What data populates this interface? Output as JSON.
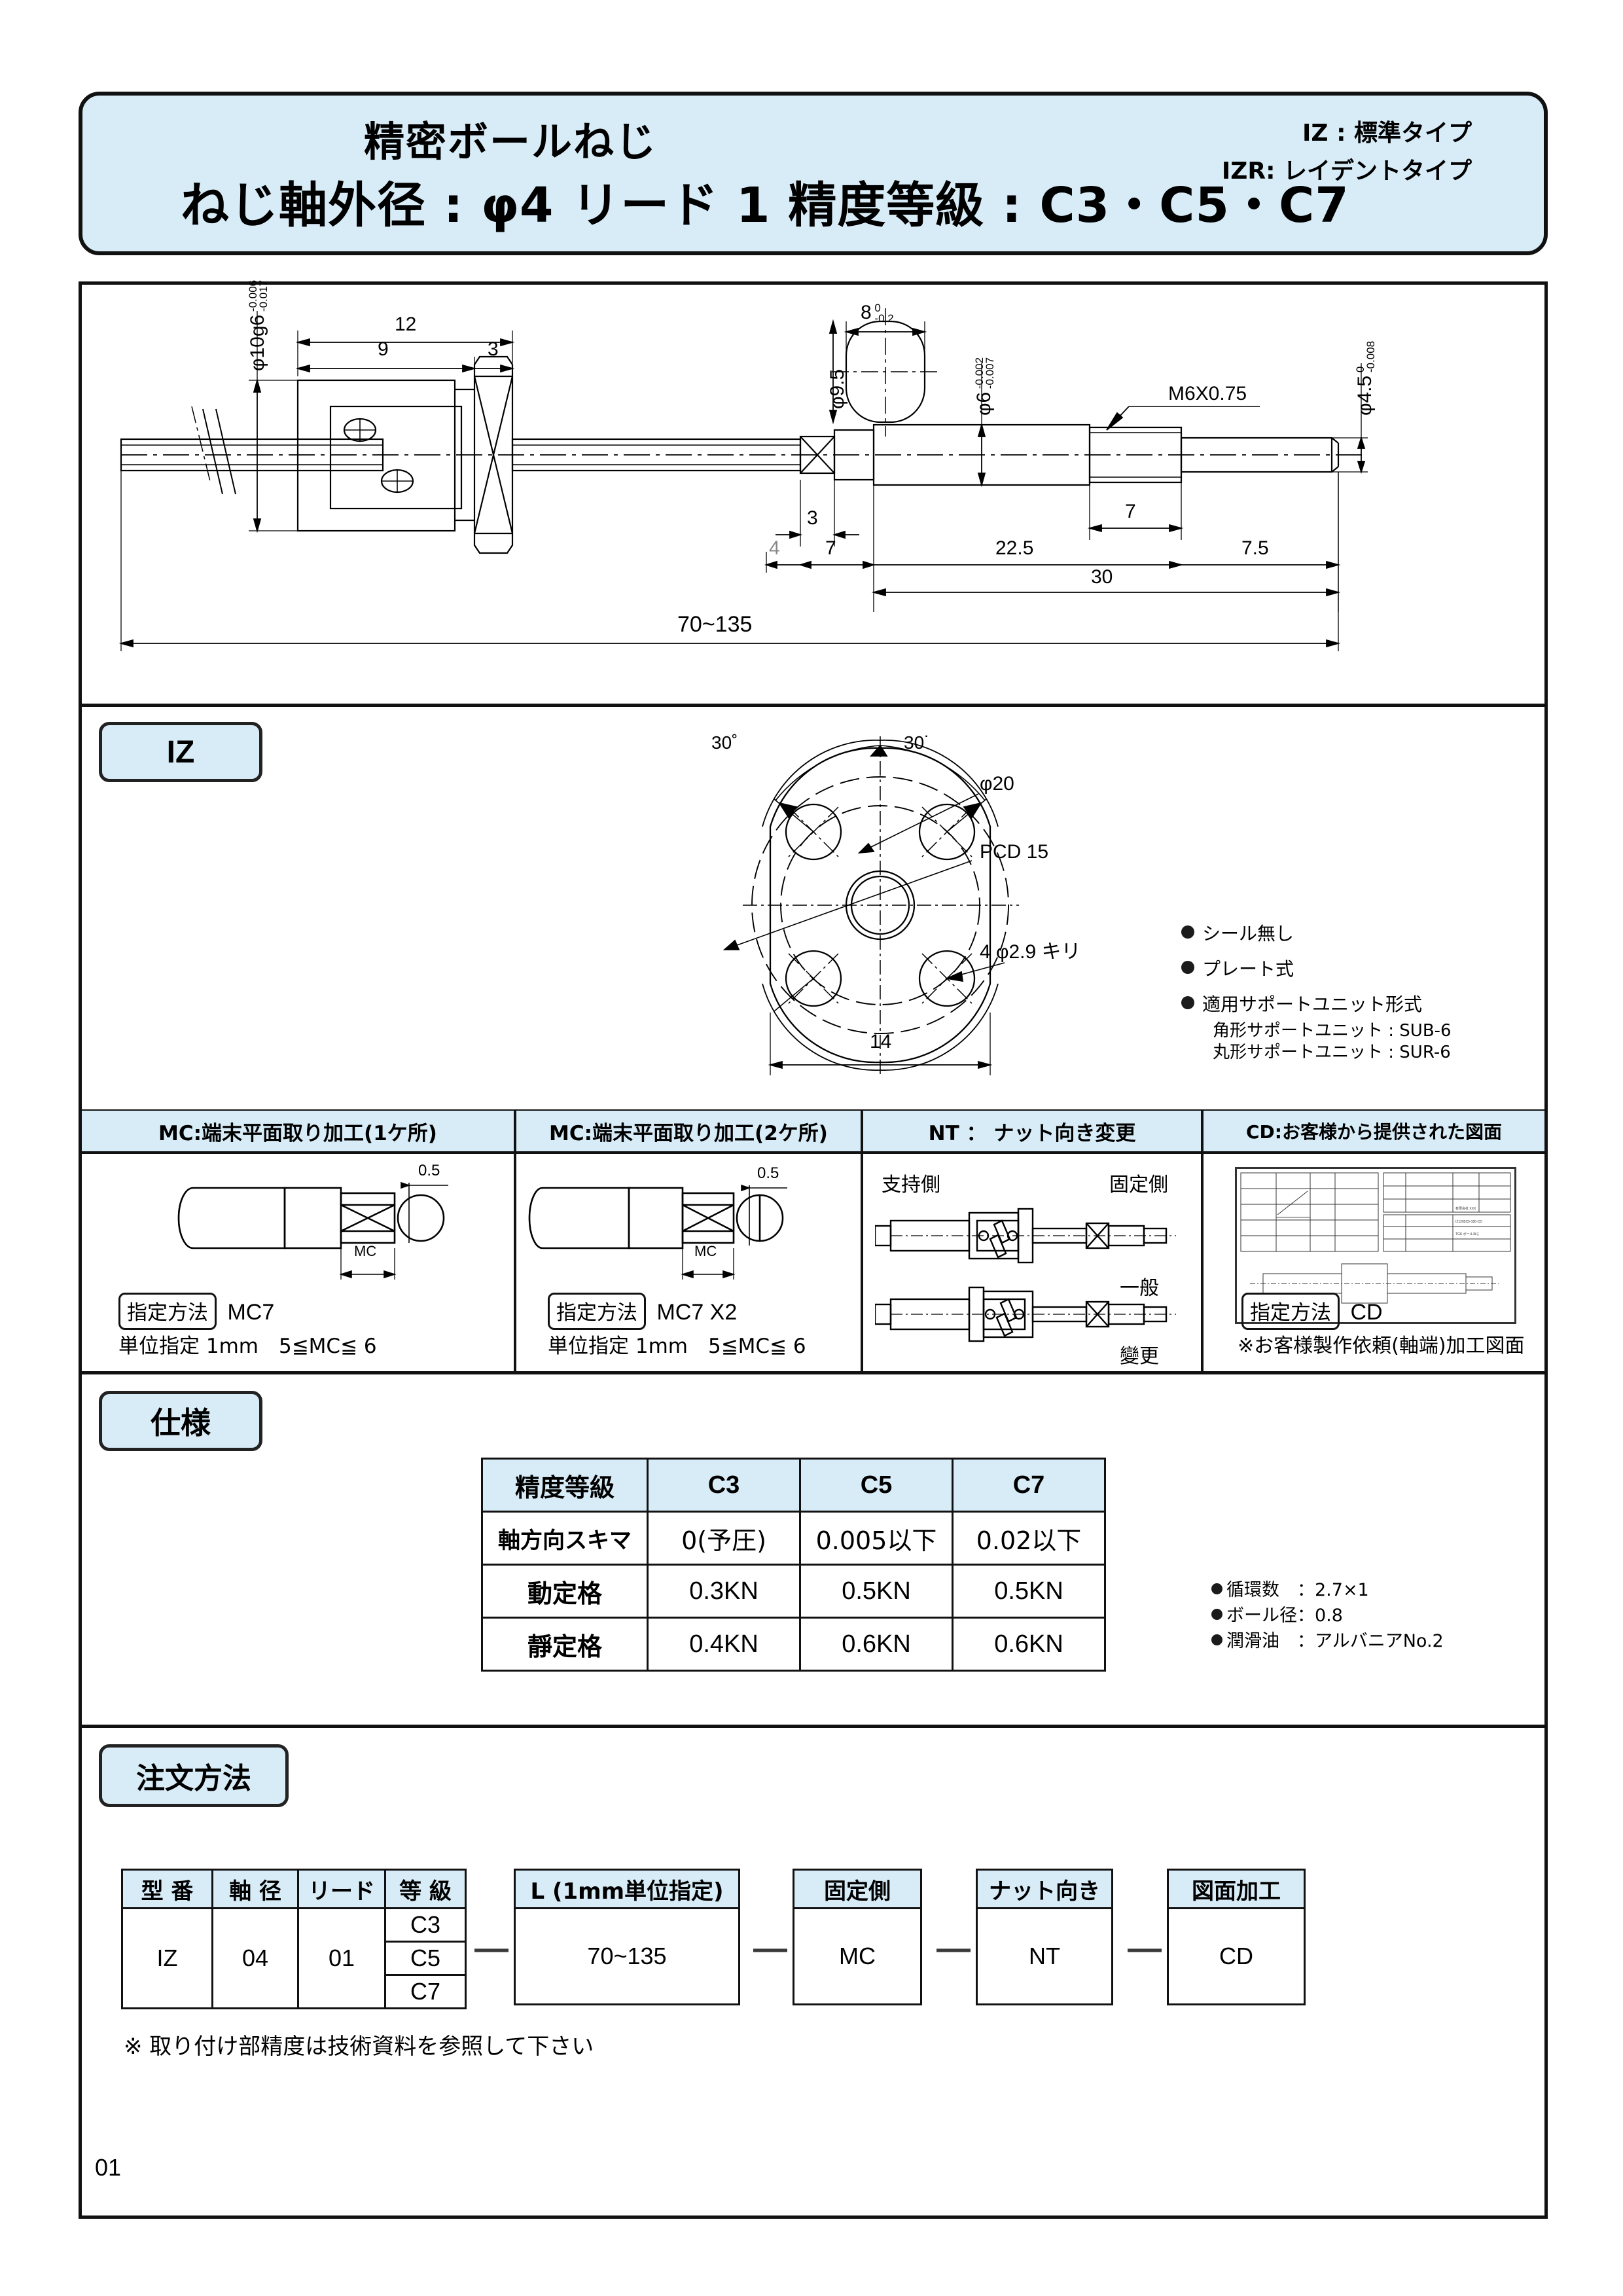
{
  "banner": {
    "title_line1": "精密ボールねじ",
    "title_line2": "ねじ軸外径 : φ4 リード 1 精度等級 : C3・C5・C7",
    "type_note_1": "IZ : 標準タイプ",
    "type_note_2": "IZR: レイデントタイプ",
    "fill_color": "#d8ecf7"
  },
  "main_drawing": {
    "dim_nut_od": "φ10g6",
    "dim_nut_od_tol_top": "-0.006",
    "dim_nut_od_tol_bot": "-0.017",
    "dim_12": "12",
    "dim_9": "9",
    "dim_3a": "3",
    "dim_8": "8",
    "dim_8_tol_top": "0",
    "dim_8_tol_bot": "-0.2",
    "dim_95": "φ9.5",
    "dim_phi6": "φ6",
    "dim_phi6_tol_top": "-0.002",
    "dim_phi6_tol_bot": "-0.007",
    "thread": "M6X0.75",
    "dim_phi45": "φ4.5",
    "dim_phi45_tol_top": "0",
    "dim_phi45_tol_bot": "-0.008",
    "dim_3b": "3",
    "dim_4": "4",
    "dim_7a": "7",
    "dim_7b": "7",
    "dim_225": "22.5",
    "dim_75": "7.5",
    "dim_30": "30",
    "dim_total": "70~135"
  },
  "iz_section": {
    "pill_label": "IZ",
    "ang_left": "30˚",
    "ang_right": "30˙",
    "dim_phi20": "φ20",
    "dim_pcd": "PCD 15",
    "dim_holes": "4 φ2.9 キリ",
    "dim_14": "14",
    "bullets": [
      "シール無し",
      "プレート式",
      "適用サポートユニット形式"
    ],
    "sub_bullets": [
      "角形サポートユニット : SUB-6",
      "丸形サポートユニット : SUR-6"
    ]
  },
  "options": {
    "columns": [
      {
        "header": "MC:端末平面取り加工(1ケ所)",
        "spec_tag": "指定方法",
        "spec_value": "MC7",
        "note": "単位指定 1mm　5≦MC≦ 6",
        "dim_05": "0.5",
        "dim_mc": "MC"
      },
      {
        "header": "MC:端末平面取り加工(2ケ所)",
        "spec_tag": "指定方法",
        "spec_value": "MC7 X2",
        "note": "単位指定 1mm　5≦MC≦ 6",
        "dim_05": "0.5",
        "dim_mc": "MC"
      },
      {
        "header": "NT ： ナット向き変更",
        "label_left": "支持側",
        "label_right": "固定側",
        "label_row1": "一般",
        "label_row2": "變更"
      },
      {
        "header": "CD:お客様から提供された図面",
        "spec_tag": "指定方法",
        "spec_value": "CD",
        "note": "※お客様製作依頼(軸端)加工図面",
        "drawing_company": "有限会社 XXX",
        "drawing_model": "IZ1205C5-180-CD",
        "drawing_product": "TGK ボールねじ"
      }
    ]
  },
  "spec_section": {
    "pill_label": "仕様",
    "table": {
      "headers": [
        "精度等級",
        "C3",
        "C5",
        "C7"
      ],
      "rows": [
        {
          "label": "軸方向スキマ",
          "values": [
            "0(予圧)",
            "0.005以下",
            "0.02以下"
          ]
        },
        {
          "label": "動定格",
          "values": [
            "0.3KN",
            "0.5KN",
            "0.5KN"
          ]
        },
        {
          "label": "靜定格",
          "values": [
            "0.4KN",
            "0.6KN",
            "0.6KN"
          ]
        }
      ]
    },
    "bullets": [
      "循環数　：2.7×1",
      "ボール径：0.8",
      "潤滑油　：アルバニアNo.2"
    ]
  },
  "order_section": {
    "pill_label": "注文方法",
    "table1": {
      "headers": [
        "型 番",
        "軸 径",
        "リード",
        "等 級"
      ],
      "model": "IZ",
      "shaft_dia": "04",
      "lead": "01",
      "grades": [
        "C3",
        "C5",
        "C7"
      ]
    },
    "blocks": [
      {
        "header": "L (1mm単位指定)",
        "value": "70~135"
      },
      {
        "header": "固定側",
        "value": "MC"
      },
      {
        "header": "ナット向き",
        "value": "NT"
      },
      {
        "header": "図面加工",
        "value": "CD"
      }
    ],
    "separator": "—",
    "note": "※ 取り付け部精度は技術資料を参照して下さい"
  },
  "footer": {
    "page_number": "01"
  }
}
